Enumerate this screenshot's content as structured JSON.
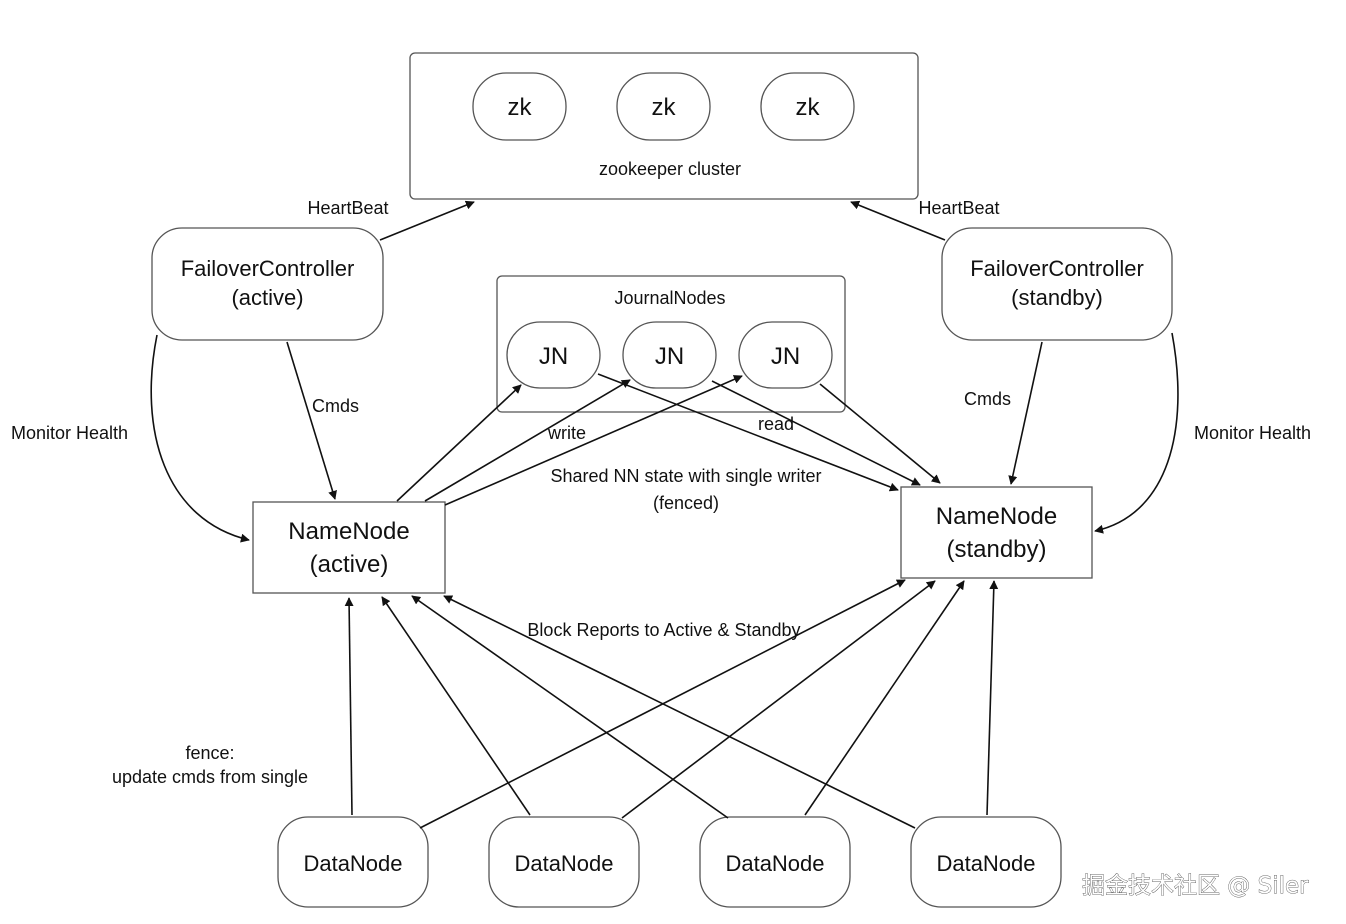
{
  "zookeeper": {
    "nodes": [
      "zk",
      "zk",
      "zk"
    ],
    "label": "zookeeper cluster"
  },
  "failover_active": {
    "line1": "FailoverController",
    "line2": "(active)"
  },
  "failover_standby": {
    "line1": "FailoverController",
    "line2": "(standby)"
  },
  "journal": {
    "title": "JournalNodes",
    "nodes": [
      "JN",
      "JN",
      "JN"
    ]
  },
  "namenode_active": {
    "line1": "NameNode",
    "line2": "(active)"
  },
  "namenode_standby": {
    "line1": "NameNode",
    "line2": "(standby)"
  },
  "datanodes": [
    "DataNode",
    "DataNode",
    "DataNode",
    "DataNode"
  ],
  "labels": {
    "heartbeat_left": "HeartBeat",
    "heartbeat_right": "HeartBeat",
    "monitor_left": "Monitor Health",
    "monitor_right": "Monitor Health",
    "cmds_left": "Cmds",
    "cmds_right": "Cmds",
    "write": "write",
    "read": "read",
    "shared_line1": "Shared NN state with single writer",
    "shared_line2": "(fenced)",
    "block_reports": "Block Reports to Active & Standby",
    "fence_line1": "fence:",
    "fence_line2": "update cmds from single"
  },
  "watermark": "掘金技术社区 @ Siler"
}
